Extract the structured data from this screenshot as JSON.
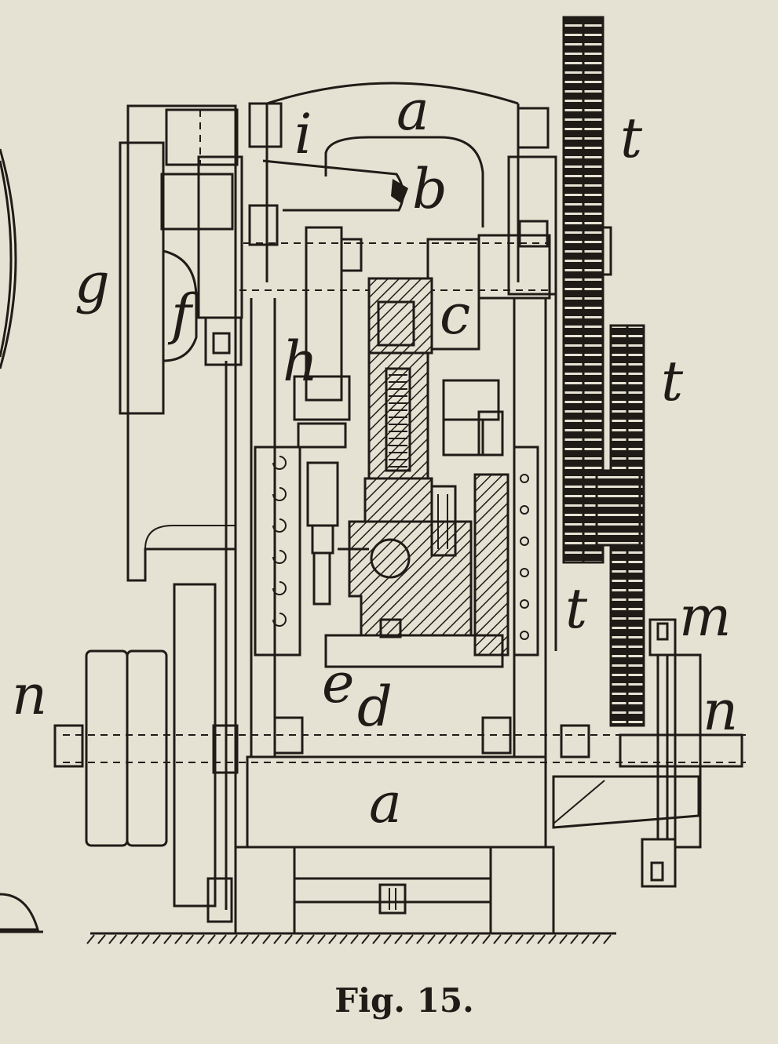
{
  "figure": {
    "caption": "Fig. 15.",
    "labels": {
      "a_top": "a",
      "a_bottom": "a",
      "b": "b",
      "c": "c",
      "d": "d",
      "e": "e",
      "f": "f",
      "g": "g",
      "h": "h",
      "i": "i",
      "m": "m",
      "n_left": "n",
      "n_right": "n",
      "t_top": "t",
      "t_mid": "t",
      "t_low": "t"
    }
  },
  "colors": {
    "paper": "#e6e2d3",
    "ink": "#1f1c18"
  }
}
